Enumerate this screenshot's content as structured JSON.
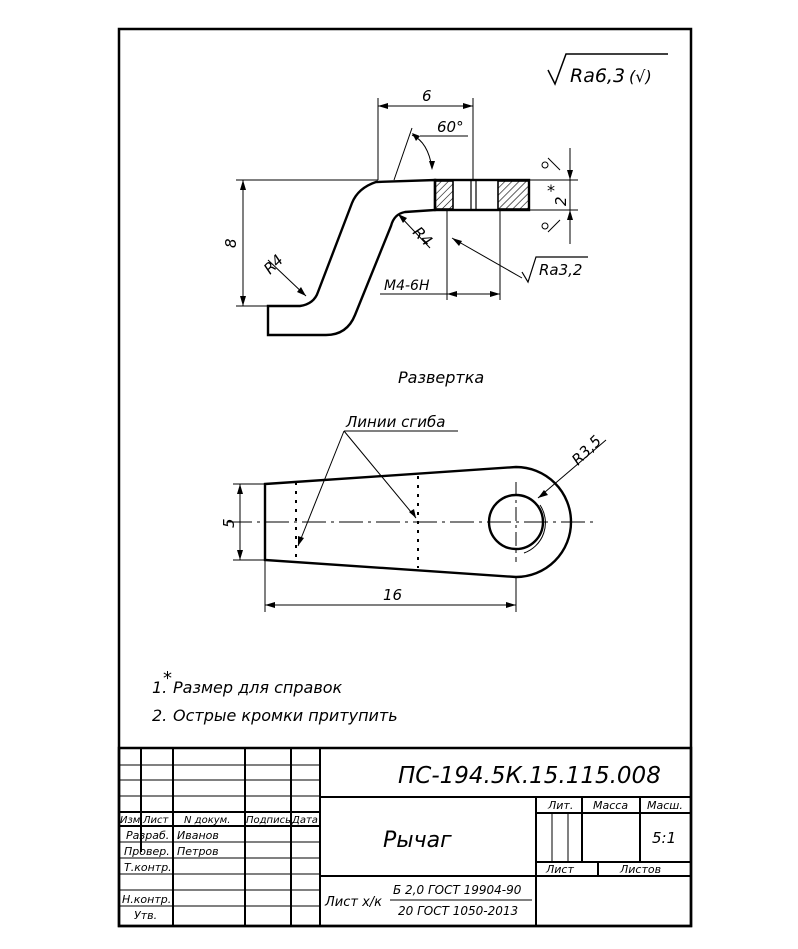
{
  "roughness_general": {
    "label": "Ra6,3",
    "suffix": "(√)"
  },
  "side_view": {
    "dim_width": "6",
    "dim_angle": "60°",
    "dim_height": "8",
    "radius_left": "R4",
    "radius_right": "R4",
    "dim_thickness": "2",
    "dim_thickness_mark": "*",
    "thread": "M4-6H",
    "roughness_hole": "Ra3,2"
  },
  "development": {
    "title": "Развертка",
    "bend_lines_label": "Линии сгиба",
    "radius": "R3,5",
    "dim_height": "5",
    "dim_length": "16"
  },
  "notes": [
    {
      "num": "1.",
      "mark": "*",
      "text": "Размер для справок"
    },
    {
      "num": "2.",
      "mark": "",
      "text": "Острые кромки притупить"
    }
  ],
  "title_block": {
    "designation": "ПС-194.5К.15.115.008",
    "part_name": "Рычаг",
    "material_prefix": "Лист х/к",
    "material_top": "Б 2,0 ГОСТ 19904-90",
    "material_bottom": "20 ГОСТ 1050-2013",
    "col_headers": {
      "izm": "Изм",
      "list": "Лист",
      "doc": "N докум.",
      "sign": "Подпись",
      "date": "Дата"
    },
    "roles": [
      {
        "role": "Разраб.",
        "name": "Иванов"
      },
      {
        "role": "Провер.",
        "name": "Петров"
      },
      {
        "role": "Т.контр.",
        "name": ""
      },
      {
        "role": "",
        "name": ""
      },
      {
        "role": "Н.контр.",
        "name": ""
      },
      {
        "role": "Утв.",
        "name": ""
      }
    ],
    "lit_label": "Лит.",
    "mass_label": "Масса",
    "scale_label": "Масш.",
    "scale_value": "5:1",
    "sheet_label": "Лист",
    "sheets_label": "Листов"
  }
}
